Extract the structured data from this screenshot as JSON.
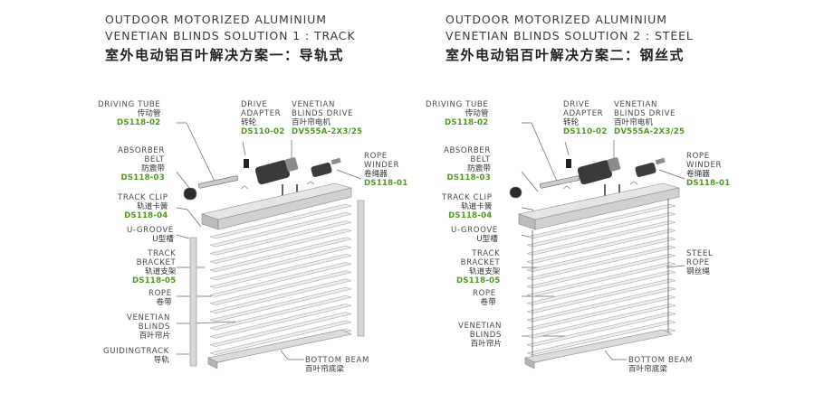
{
  "panels": [
    {
      "title_en_1": "OUTDOOR MOTORIZED ALUMINIUM",
      "title_en_2": "VENETIAN BLINDS SOLUTION 1 : TRACK",
      "title_cn": "室外电动铝百叶解决方案一：导轨式",
      "labels": {
        "driving_tube": {
          "en": "DRIVING TUBE",
          "cn": "传动管",
          "code": "DS118-02"
        },
        "drive_adapter": {
          "en1": "DRIVE",
          "en2": "ADAPTER",
          "cn": "转轮",
          "code": "DS110-02"
        },
        "venetian_drive": {
          "en1": "VENETIAN",
          "en2": "BLINDS DRIVE",
          "cn": "百叶帘电机",
          "code": "DV555A-2X3/25"
        },
        "rope_winder": {
          "en1": "ROPE",
          "en2": "WINDER",
          "cn": "卷绳器",
          "code": "DS118-01"
        },
        "absorber_belt": {
          "en1": "ABSORBER",
          "en2": "BELT",
          "cn": "防震带",
          "code": "DS118-03"
        },
        "track_clip": {
          "en": "TRACK CLIP",
          "cn": "轨道卡簧",
          "code": "DS118-04"
        },
        "u_groove": {
          "en": "U-GROOVE",
          "cn": "U型槽"
        },
        "track_bracket": {
          "en1": "TRACK",
          "en2": "BRACKET",
          "cn": "轨道支架",
          "code": "DS118-05"
        },
        "rope": {
          "en": "ROPE",
          "cn": "卷带"
        },
        "venetian_blinds": {
          "en1": "VENETIAN",
          "en2": "BLINDS",
          "cn": "百叶帘片"
        },
        "guiding_track": {
          "en": "GUIDINGTRACK",
          "cn": "导轨"
        },
        "bottom_beam": {
          "en": "BOTTOM BEAM",
          "cn": "百叶帘底梁"
        }
      }
    },
    {
      "title_en_1": "OUTDOOR MOTORIZED ALUMINIUM",
      "title_en_2": "VENETIAN BLINDS SOLUTION 2 : STEEL",
      "title_cn": "室外电动铝百叶解决方案二：钢丝式",
      "labels": {
        "driving_tube": {
          "en": "DRIVING TUBE",
          "cn": "传动管",
          "code": "DS118-02"
        },
        "drive_adapter": {
          "en1": "DRIVE",
          "en2": "ADAPTER",
          "cn": "转轮",
          "code": "DS110-02"
        },
        "venetian_drive": {
          "en1": "VENETIAN",
          "en2": "BLINDS DRIVE",
          "cn": "百叶帘电机",
          "code": "DV555A-2X3/25"
        },
        "rope_winder": {
          "en1": "ROPE",
          "en2": "WINDER",
          "cn": "卷绳器",
          "code": "DS118-01"
        },
        "absorber_belt": {
          "en1": "ABSORBER",
          "en2": "BELT",
          "cn": "防震带",
          "code": "DS118-03"
        },
        "track_clip": {
          "en": "TRACK CLIP",
          "cn": "轨道卡簧",
          "code": "DS118-04"
        },
        "u_groove": {
          "en": "U-GROOVE",
          "cn": "U型槽"
        },
        "track_bracket": {
          "en1": "TRACK",
          "en2": "BRACKET",
          "cn": "轨道支架",
          "code": "DS118-05"
        },
        "rope": {
          "en": "ROPE",
          "cn": "卷带"
        },
        "steel_rope": {
          "en1": "STEEL",
          "en2": "ROPE",
          "cn": "钢丝绳"
        },
        "venetian_blinds": {
          "en1": "VENETIAN",
          "en2": "BLINDS",
          "cn": "百叶帘片"
        },
        "bottom_beam": {
          "en": "BOTTOM BEAM",
          "cn": "百叶帘底梁"
        }
      }
    }
  ]
}
